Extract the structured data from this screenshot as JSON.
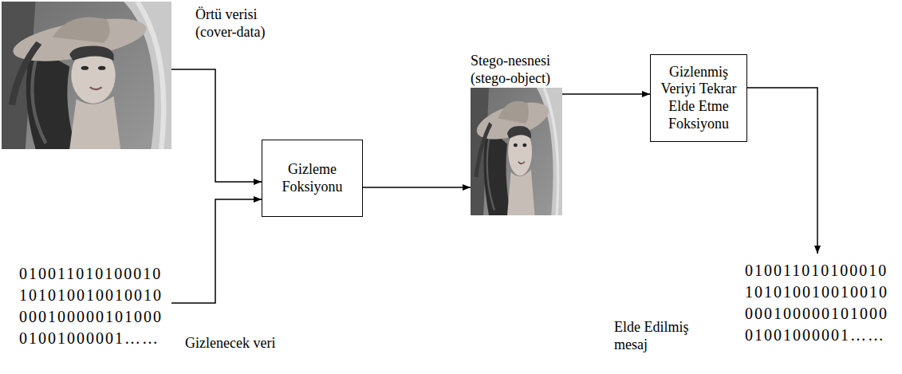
{
  "diagram": {
    "nodes": [
      {
        "text": [
          "Örtü verisi (cover-data)"
        ]
      },
      {
        "text": [
          "010011010100010 101010010010010 000100000101000 01001000001……",
          "Gizlenecek veri"
        ]
      },
      {
        "text": [
          "Gizleme Foksiyonu"
        ]
      },
      {
        "text": [
          "Stego-nesnesi (stego-object)"
        ]
      },
      {
        "text": [
          "Gizlenmiş Veriyi Tekrar Elde Etme Foksiyonu"
        ]
      },
      {
        "text": [
          "010011010100010 101010010010010 000100000101000 01001000001……",
          "Elde Edilmiş mesaj"
        ]
      }
    ],
    "edges": [
      {
        "from": 0,
        "to": 2,
        "arrow": "to"
      },
      {
        "from": 1,
        "to": 2,
        "arrow": "to"
      },
      {
        "from": 2,
        "to": 3,
        "arrow": "to"
      },
      {
        "from": 3,
        "to": 4,
        "arrow": "to"
      },
      {
        "from": 4,
        "to": 5,
        "arrow": "to"
      }
    ]
  }
}
